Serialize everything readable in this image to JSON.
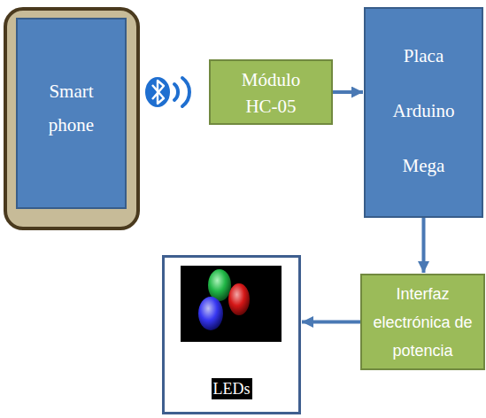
{
  "diagram": {
    "nodes": [
      {
        "text": [
          "Smart phone"
        ]
      },
      {
        "text": [
          "Módulo HC-05"
        ]
      },
      {
        "text": [
          "Placa Arduino Mega"
        ]
      },
      {
        "text": [
          "Interfaz electrónica de potencia"
        ]
      },
      {
        "text": [
          "LEDs"
        ]
      }
    ],
    "edges": [
      {
        "from": 1,
        "to": 2,
        "arrow": "to"
      },
      {
        "from": 2,
        "to": 3,
        "arrow": "to"
      },
      {
        "from": 3,
        "to": 4,
        "arrow": "to"
      }
    ]
  }
}
